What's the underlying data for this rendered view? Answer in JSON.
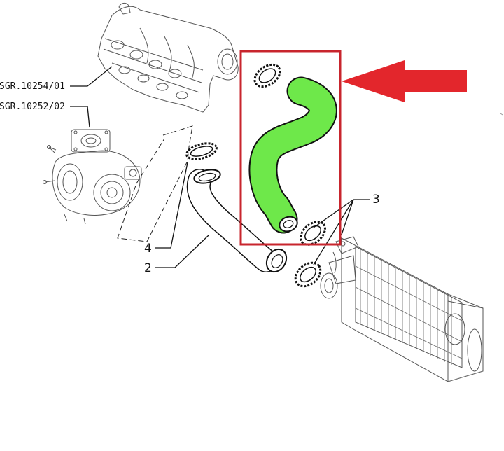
{
  "callouts": {
    "manifold_ref": "SGR.10254/01",
    "turbo_ref": "SGR.10252/02",
    "item_2": "2",
    "item_3": "3",
    "item_4": "4"
  },
  "colors": {
    "highlight_hose": "#6ee84a",
    "highlight_box": "#c8252d",
    "arrow": "#e3262c"
  },
  "icons": [
    "arrow-left-icon"
  ]
}
